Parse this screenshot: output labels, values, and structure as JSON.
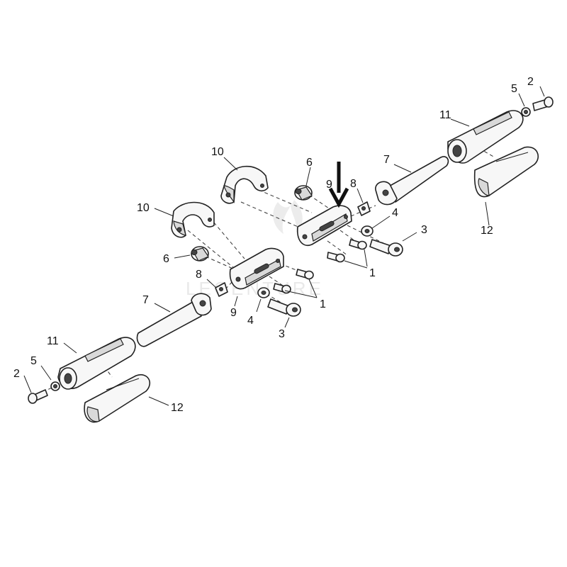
{
  "diagram": {
    "callouts": {
      "c10_top": "10",
      "c6_top": "6",
      "c9_top": "9",
      "c8_top": "8",
      "c7_top": "7",
      "c11_top": "11",
      "c5_top": "5",
      "c2_top": "2",
      "c4_top": "4",
      "c3_top": "3",
      "c1_top": "1",
      "c12_top": "12",
      "c10_bot": "10",
      "c6_bot": "6",
      "c8_bot": "8",
      "c7_bot": "7",
      "c9_bot": "9",
      "c4_bot": "4",
      "c3_bot": "3",
      "c1_bot": "1",
      "c11_bot": "11",
      "c5_bot": "5",
      "c2_bot": "2",
      "c12_bot": "12"
    },
    "watermark": "LEGENTURE",
    "arrow_color": "#111111"
  }
}
